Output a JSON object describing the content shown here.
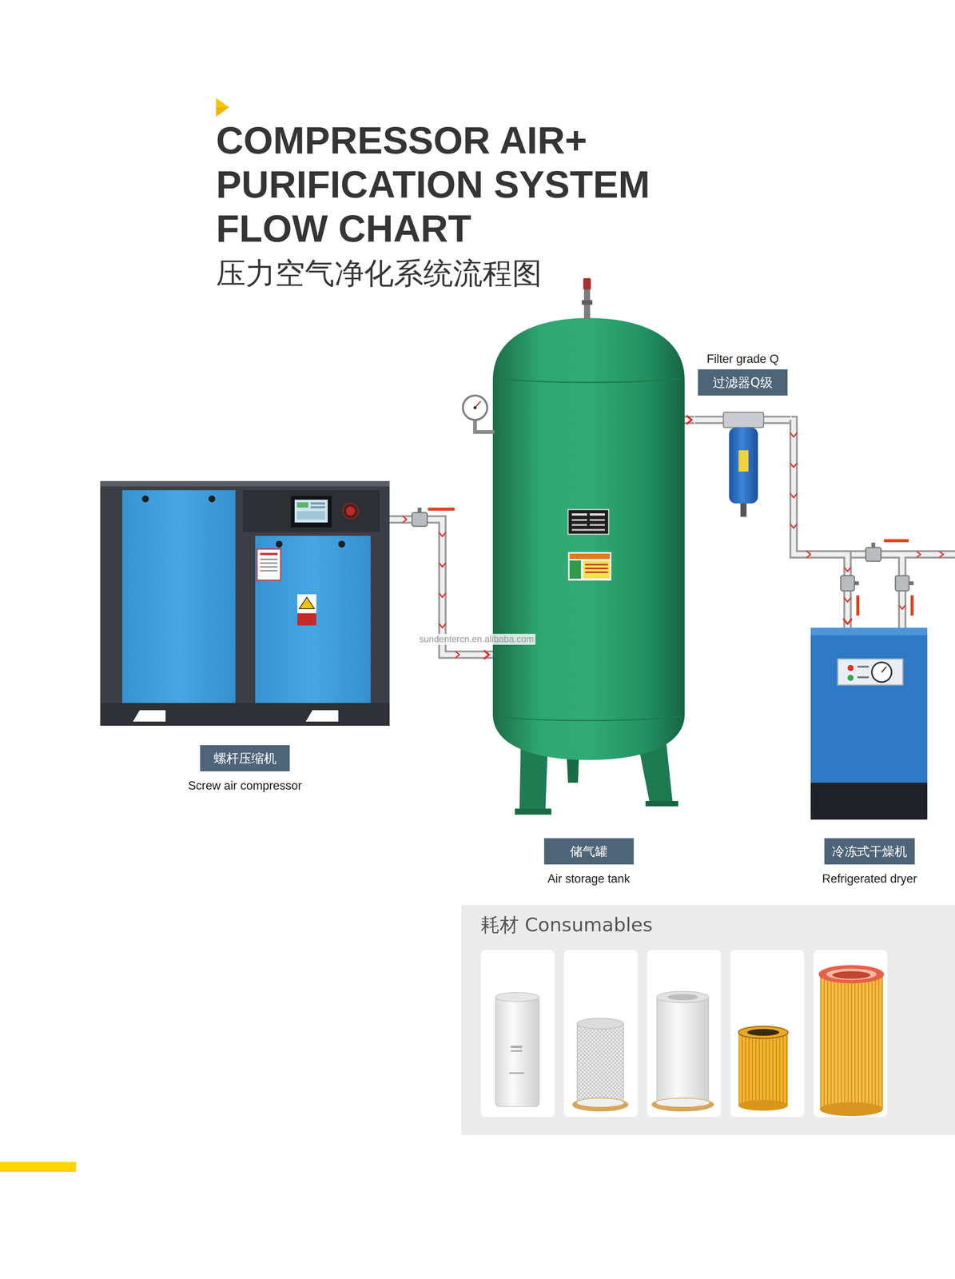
{
  "diagram": {
    "title": "COMPRESSOR AIR+ PURIFICATION SYSTEM FLOW CHART",
    "nodes": [
      {
        "text": [
          "螺杆压缩机",
          "Screw air compressor"
        ]
      },
      {
        "text": [
          "储气罐",
          "Air storage tank"
        ]
      },
      {
        "text": [
          "Filter grade Q",
          "过滤器Q级"
        ]
      },
      {
        "text": [
          "冷冻式干燥机",
          "Refrigerated dryer"
        ]
      },
      {
        "text": [
          "耗材 Consumables"
        ]
      }
    ],
    "edges": [
      {
        "from": 0,
        "to": 1,
        "arrow": "to"
      },
      {
        "from": 1,
        "to": 2,
        "arrow": "to"
      },
      {
        "from": 2,
        "to": 3,
        "arrow": "to"
      }
    ],
    "labels": [
      "压力空气净化系统流程图",
      "sundentercn.en.alibaba.com"
    ]
  }
}
